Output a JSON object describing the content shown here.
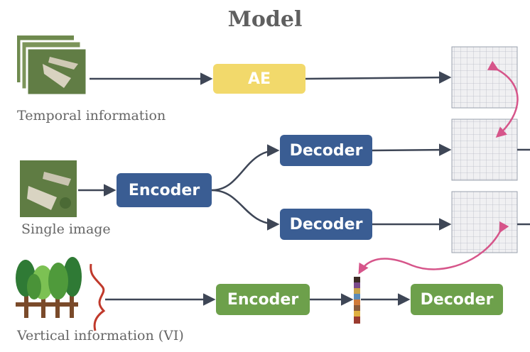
{
  "title": "Model",
  "captions": {
    "temporal": "Temporal information",
    "single": "Single image",
    "vertical": "Vertical information (VI)"
  },
  "boxes": {
    "ae": "AE",
    "encoder_top": "Encoder",
    "decoder_upper": "Decoder",
    "decoder_lower": "Decoder",
    "encoder_vi": "Encoder",
    "decoder_vi": "Decoder"
  },
  "colors": {
    "ae": "#f2d96b",
    "blue": "#3a5d93",
    "green": "#6da04b",
    "arrow": "#3e4656",
    "link": "#d6558a"
  },
  "icons": {
    "temporal": "satellite-image-stack-icon",
    "single": "satellite-image-icon",
    "vertical": "forest-trees-icon",
    "profile": "vertical-profile-curve-icon"
  }
}
